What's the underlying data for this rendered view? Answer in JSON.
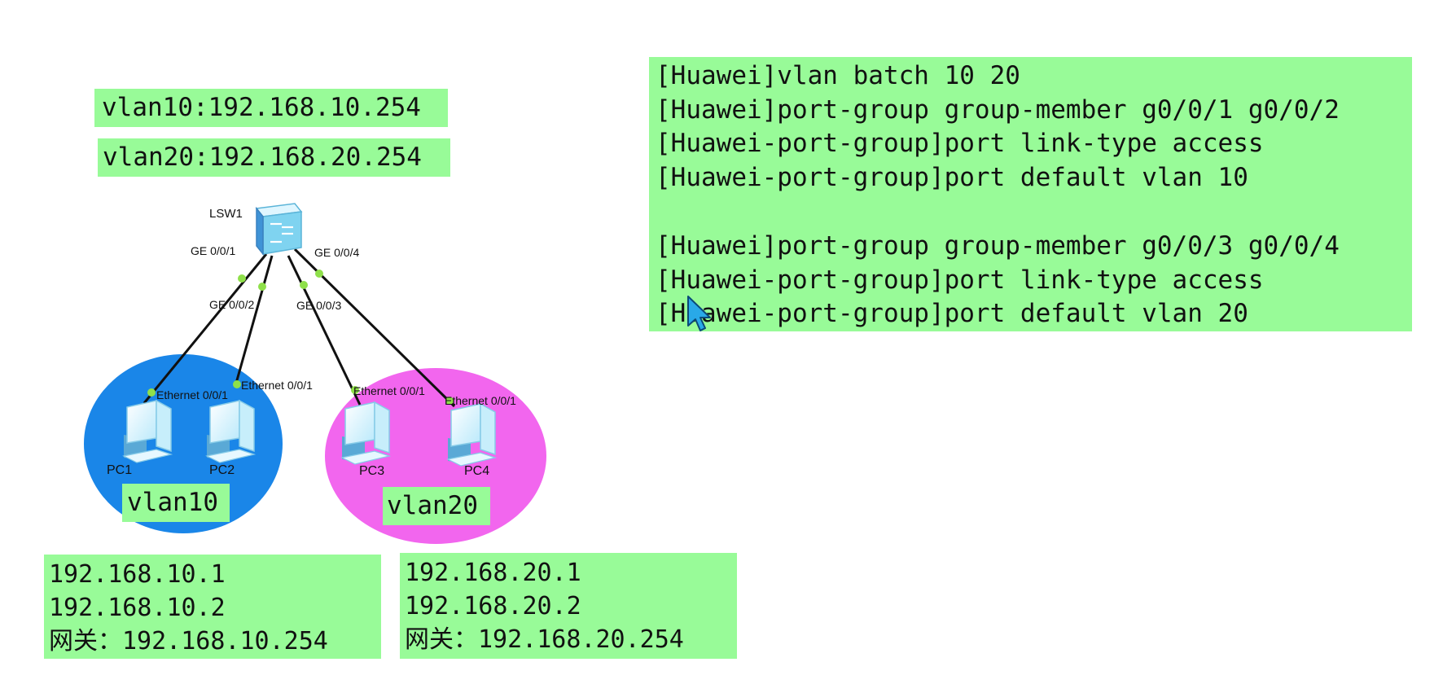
{
  "gateways": {
    "vlan10": "vlan10:192.168.10.254",
    "vlan20": "vlan20:192.168.20.254"
  },
  "switch": {
    "name": "LSW1",
    "ports": [
      "GE 0/0/1",
      "GE 0/0/2",
      "GE 0/0/3",
      "GE 0/0/4"
    ]
  },
  "pcs": [
    {
      "name": "PC1",
      "port": "Ethernet 0/0/1"
    },
    {
      "name": "PC2",
      "port": "Ethernet 0/0/1"
    },
    {
      "name": "PC3",
      "port": "Ethernet 0/0/1"
    },
    {
      "name": "PC4",
      "port": "Ethernet 0/0/1"
    }
  ],
  "vlan_labels": [
    "vlan10",
    "vlan20"
  ],
  "colors": {
    "label_bg": "#98fb98",
    "vlan10_area": "#1a86e8",
    "vlan20_area": "#f266ee",
    "link": "#111111",
    "port_dot": "#8fe04a"
  },
  "cli": {
    "group1": [
      "[Huawei]vlan batch 10 20",
      "[Huawei]port-group group-member g0/0/1 g0/0/2",
      "[Huawei-port-group]port link-type access",
      "[Huawei-port-group]port default vlan 10"
    ],
    "group2": [
      "[Huawei]port-group group-member g0/0/3 g0/0/4",
      "[Huawei-port-group]port link-type access",
      "[Huawei-port-group]port default vlan 20"
    ]
  },
  "ip_vlan10": [
    "192.168.10.1",
    "192.168.10.2",
    "网关：192.168.10.254"
  ],
  "ip_vlan20": [
    "192.168.20.1",
    "192.168.20.2",
    "网关：192.168.20.254"
  ],
  "cursor_icon": "mouse-pointer-icon"
}
